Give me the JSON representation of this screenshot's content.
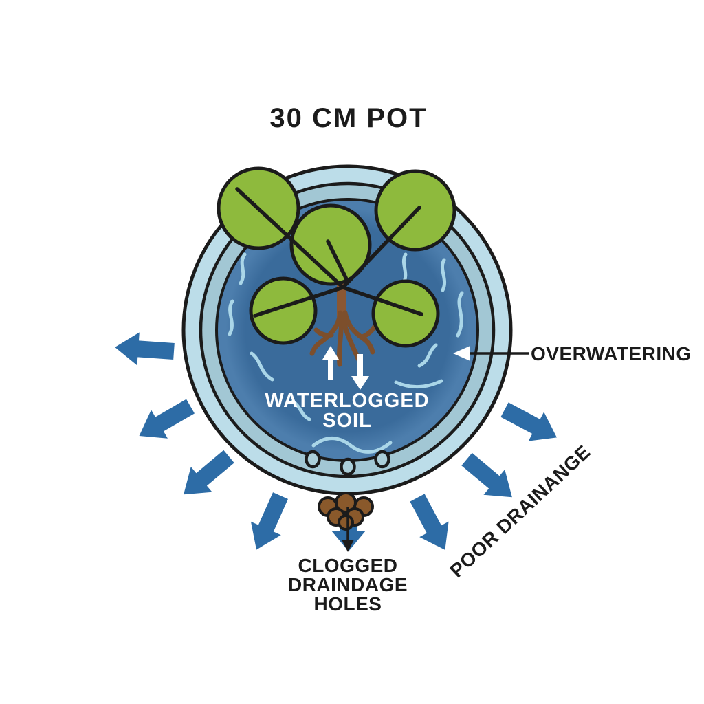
{
  "title": "30 CM POT",
  "pot": {
    "waterlogged_line1": "WATERLOGGED",
    "waterlogged_line2": "SOIL"
  },
  "annotations": {
    "overwatering": "OVERWATERING",
    "poor_drainage": "POOR DRAINANGE",
    "clogged": [
      "CLOGGED",
      "DRAINDAGE",
      "HOLES"
    ]
  },
  "colors": {
    "ink": "#1b1b1b",
    "pot_outer": "#bcdde9",
    "pot_ring": "#a2c7d4",
    "water": "#3a6b9b",
    "water_edge": "#4d7ead",
    "wave": "#aad6e8",
    "leaf": "#8eba3d",
    "trunk": "#8a5733",
    "root": "#7d4f2c",
    "arrow_blue": "#2d6ca6",
    "hole": "#abced9",
    "clog": "#8a592b"
  }
}
